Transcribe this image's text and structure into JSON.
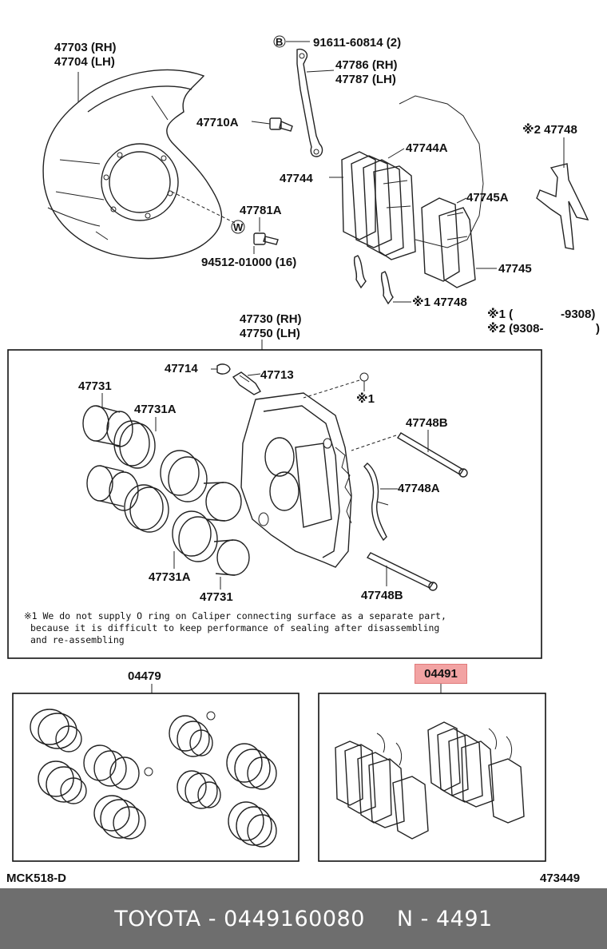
{
  "labels": {
    "shield_rh": "47703 (RH)",
    "shield_lh": "47704 (LH)",
    "b_mark": "B",
    "bolt_91611": "91611-60814 (2)",
    "hose_rh": "47786 (RH)",
    "hose_lh": "47787 (LH)",
    "bolt_47710a": "47710A",
    "nut_47781a": "47781A",
    "w_mark": "W",
    "washer_94512": "94512-01000 (16)",
    "pad_47744a": "47744A",
    "pad_47744": "47744",
    "pad_47745a": "47745A",
    "pad_47745": "47745",
    "shim_47748_top": "※2 47748",
    "shim_47748_mid": "※1 47748",
    "note1_code": "※1 (",
    "note1_date": "-9308)",
    "note2_code": "※2 (9308-",
    "note2_close": ")",
    "caliper_rh": "47730 (RH)",
    "caliper_lh": "47750 (LH)",
    "bleeder_cap": "47714",
    "bleeder_plug": "47713",
    "ref_star1": "※1",
    "piston_47731_top": "47731",
    "piston_47731a_top": "47731A",
    "pin_47748b_top": "47748B",
    "clip_47748a": "47748A",
    "piston_47731a_bottom": "47731A",
    "piston_47731_bottom": "47731",
    "pin_47748b_bottom": "47748B",
    "kit_04479": "04479"
  },
  "note_lines": [
    "※1 We do not supply O ring on Caliper connecting surface as a separate part,",
    "because it is difficult to keep performance of sealing after disassembling",
    "and re-assembling"
  ],
  "highlight": {
    "part_number": "04491",
    "color": "#f2a3a3"
  },
  "footer": {
    "diagram_code": "MCK518-D",
    "figure_number": "473449",
    "brand": "TOYOTA",
    "part_line": "TOYOTA - 0449160080",
    "ref": "N - 4491",
    "bar_color": "#6e6e6e"
  }
}
